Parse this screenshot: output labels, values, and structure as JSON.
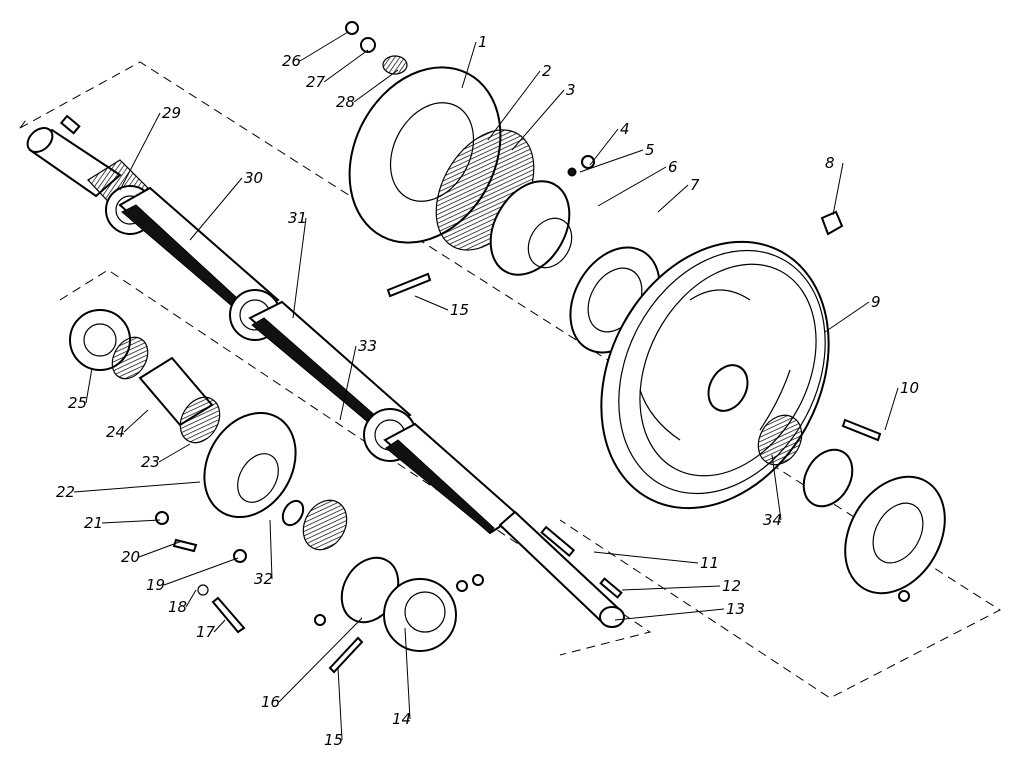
{
  "diagram": {
    "type": "exploded-assembly",
    "colors": {
      "line": "#000000",
      "background": "#ffffff"
    },
    "callouts": [
      {
        "id": "1",
        "label": "1",
        "text": [
          478,
          47
        ],
        "target": [
          462,
          88
        ]
      },
      {
        "id": "2",
        "label": "2",
        "text": [
          542,
          76
        ],
        "target": [
          488,
          140
        ]
      },
      {
        "id": "3",
        "label": "3",
        "text": [
          566,
          95
        ],
        "target": [
          512,
          150
        ]
      },
      {
        "id": "4",
        "label": "4",
        "text": [
          620,
          134
        ],
        "target": [
          590,
          165
        ]
      },
      {
        "id": "5",
        "label": "5",
        "text": [
          645,
          155
        ],
        "target": [
          580,
          172
        ]
      },
      {
        "id": "6",
        "label": "6",
        "text": [
          668,
          172
        ],
        "target": [
          598,
          206
        ]
      },
      {
        "id": "7",
        "label": "7",
        "text": [
          690,
          190
        ],
        "target": [
          658,
          212
        ]
      },
      {
        "id": "8",
        "label": "8",
        "text": [
          829,
          168
        ],
        "target": [
          833,
          215
        ]
      },
      {
        "id": "9",
        "label": "9",
        "text": [
          871,
          307
        ],
        "target": [
          825,
          332
        ]
      },
      {
        "id": "10",
        "label": "10",
        "text": [
          900,
          393
        ],
        "target": [
          885,
          430
        ]
      },
      {
        "id": "11",
        "label": "11",
        "text": [
          700,
          568
        ],
        "target": [
          594,
          552
        ]
      },
      {
        "id": "12",
        "label": "12",
        "text": [
          722,
          591
        ],
        "target": [
          622,
          590
        ]
      },
      {
        "id": "13",
        "label": "13",
        "text": [
          726,
          614
        ],
        "target": [
          615,
          620
        ]
      },
      {
        "id": "14",
        "label": "14",
        "text": [
          396,
          724
        ],
        "target": [
          405,
          628
        ]
      },
      {
        "id": "15",
        "label": "15",
        "text": [
          328,
          745
        ],
        "target": [
          338,
          668
        ]
      },
      {
        "id": "15b",
        "label": "15",
        "text": [
          450,
          315
        ],
        "target": [
          415,
          296
        ]
      },
      {
        "id": "16",
        "label": "16",
        "text": [
          265,
          707
        ],
        "target": [
          362,
          618
        ]
      },
      {
        "id": "17",
        "label": "17",
        "text": [
          200,
          637
        ],
        "target": [
          225,
          620
        ]
      },
      {
        "id": "18",
        "label": "18",
        "text": [
          172,
          612
        ],
        "target": [
          196,
          590
        ]
      },
      {
        "id": "19",
        "label": "19",
        "text": [
          150,
          590
        ],
        "target": [
          238,
          558
        ]
      },
      {
        "id": "20",
        "label": "20",
        "text": [
          125,
          562
        ],
        "target": [
          182,
          541
        ]
      },
      {
        "id": "21",
        "label": "21",
        "text": [
          88,
          528
        ],
        "target": [
          160,
          520
        ]
      },
      {
        "id": "22",
        "label": "22",
        "text": [
          60,
          497
        ],
        "target": [
          200,
          482
        ]
      },
      {
        "id": "23",
        "label": "23",
        "text": [
          145,
          467
        ],
        "target": [
          190,
          444
        ]
      },
      {
        "id": "24",
        "label": "24",
        "text": [
          110,
          437
        ],
        "target": [
          148,
          410
        ]
      },
      {
        "id": "25",
        "label": "25",
        "text": [
          72,
          408
        ],
        "target": [
          92,
          368
        ]
      },
      {
        "id": "26",
        "label": "26",
        "text": [
          286,
          66
        ],
        "target": [
          348,
          32
        ]
      },
      {
        "id": "27",
        "label": "27",
        "text": [
          310,
          87
        ],
        "target": [
          368,
          50
        ]
      },
      {
        "id": "28",
        "label": "28",
        "text": [
          340,
          107
        ],
        "target": [
          398,
          70
        ]
      },
      {
        "id": "29",
        "label": "29",
        "text": [
          162,
          118
        ],
        "target": [
          120,
          190
        ]
      },
      {
        "id": "30",
        "label": "30",
        "text": [
          244,
          183
        ],
        "target": [
          190,
          240
        ]
      },
      {
        "id": "31",
        "label": "31",
        "text": [
          292,
          223
        ],
        "target": [
          293,
          318
        ]
      },
      {
        "id": "32",
        "label": "32",
        "text": [
          258,
          584
        ],
        "target": [
          270,
          520
        ]
      },
      {
        "id": "33",
        "label": "33",
        "text": [
          358,
          351
        ],
        "target": [
          340,
          420
        ]
      },
      {
        "id": "34",
        "label": "34",
        "text": [
          767,
          525
        ],
        "target": [
          772,
          455
        ]
      }
    ]
  }
}
